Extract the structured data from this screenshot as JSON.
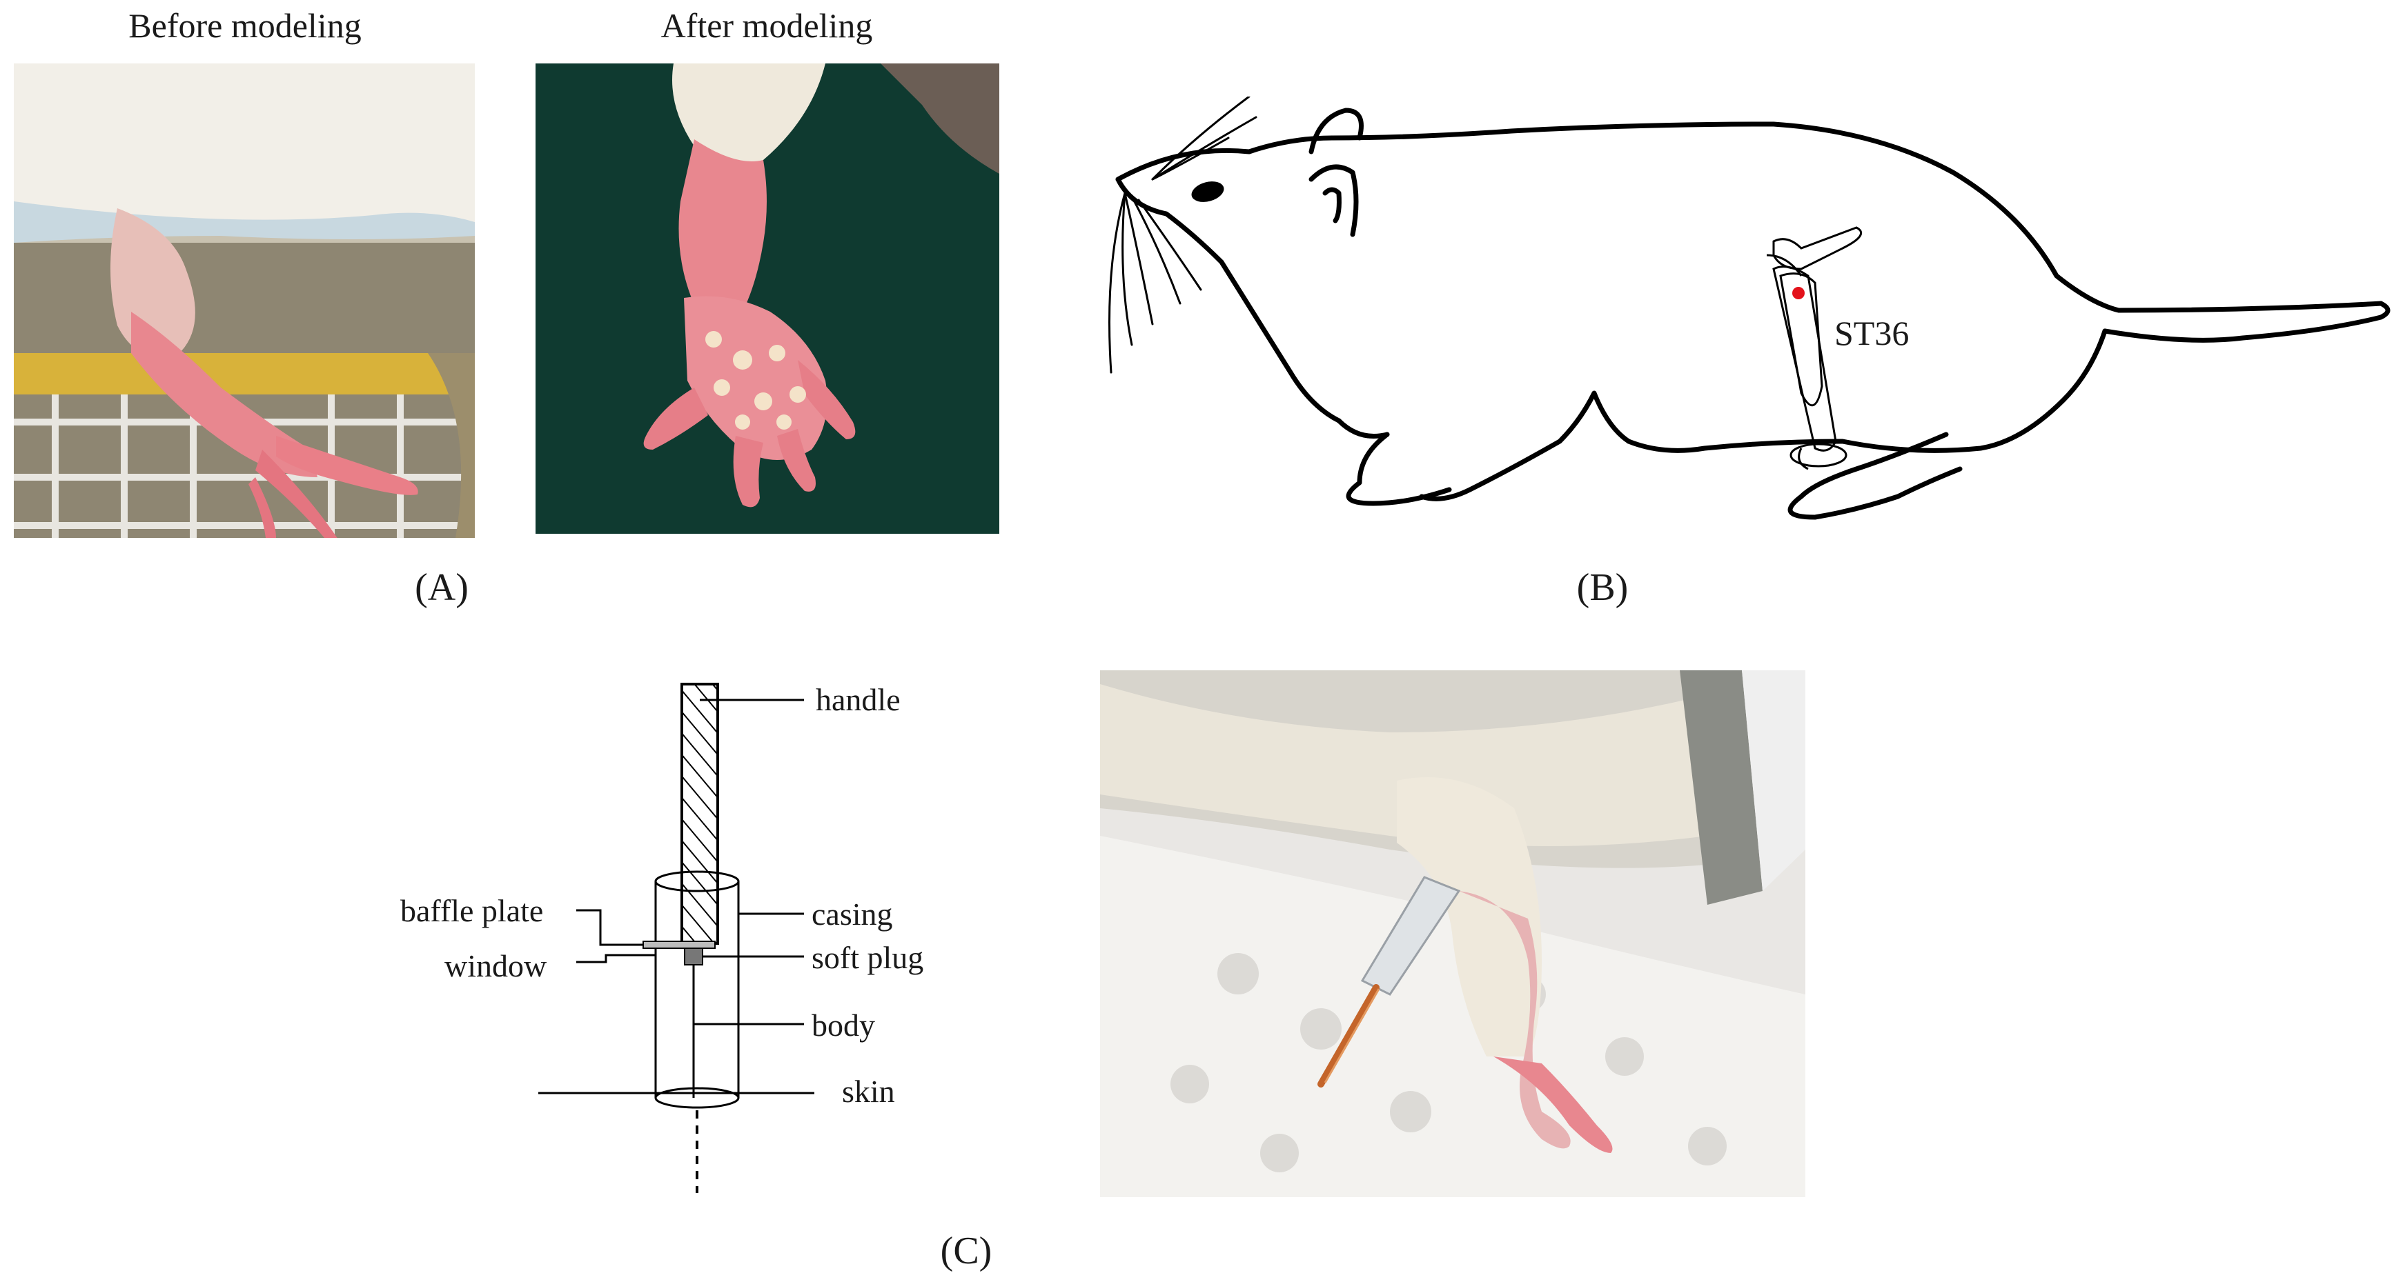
{
  "panel_a": {
    "title_before": "Before modeling",
    "title_after": "After modeling",
    "label": "(A)"
  },
  "panel_b": {
    "acupoint": "ST36",
    "label": "(B)"
  },
  "panel_c": {
    "parts": {
      "handle": "handle",
      "casing": "casing",
      "baffle_plate": "baffle plate",
      "soft_plug": "soft plug",
      "window": "window",
      "body": "body",
      "skin": "skin"
    },
    "label": "(C)"
  },
  "colors": {
    "paw_pink": "#e8878f",
    "fur_white": "#efe9dc",
    "dark_green_bg": "#0f3a30",
    "acupoint_red": "#e3121b",
    "copper_needle": "#c4652a"
  }
}
